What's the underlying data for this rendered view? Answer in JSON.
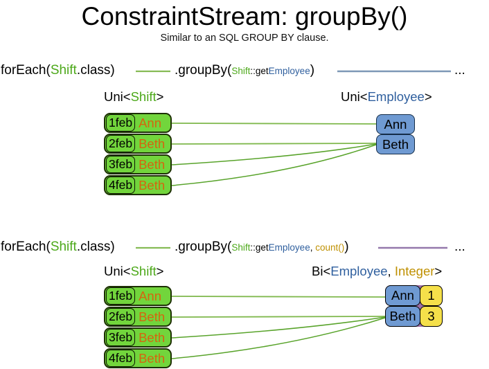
{
  "slide": {
    "title": "ConstraintStream: groupBy()",
    "subtitle": "Similar to an SQL GROUP BY clause."
  },
  "colors": {
    "shift_green_text": "#4ca819",
    "employee_blue_text": "#2f5f9e",
    "integer_gold_text": "#bf9000",
    "employee_orange_text": "#d4650f",
    "shift_box_fill": "#72d53c",
    "employee_box_fill": "#6f9ad2",
    "integer_box_fill": "#f5e04a",
    "pair_backing_purple": "#9c6fa5",
    "stream_line_green": "#7fb84c",
    "stream_line_blue": "#7d98b6",
    "stream_line_purple": "#9478ab"
  },
  "section1": {
    "code": {
      "foreach_pre": "forEach(",
      "foreach_arg": "Shift",
      "foreach_post": ".class)",
      "groupby_pre": ".groupBy(",
      "arg_class": "Shift",
      "arg_mid": "::get",
      "arg_type": "Employee",
      "groupby_post": ")",
      "ellipsis": "..."
    },
    "left_label": {
      "pre": "Uni<",
      "type": "Shift",
      "post": ">"
    },
    "right_label": {
      "pre": "Uni<",
      "type": "Employee",
      "post": ">"
    },
    "shift_rows": [
      {
        "date": "1feb",
        "employee": "Ann"
      },
      {
        "date": "2feb",
        "employee": "Beth"
      },
      {
        "date": "3feb",
        "employee": "Beth"
      },
      {
        "date": "4feb",
        "employee": "Beth"
      }
    ],
    "groups": [
      {
        "employee": "Ann"
      },
      {
        "employee": "Beth"
      }
    ]
  },
  "section2": {
    "code": {
      "foreach_pre": "forEach(",
      "foreach_arg": "Shift",
      "foreach_post": ".class)",
      "groupby_pre": ".groupBy(",
      "arg_class": "Shift",
      "arg_mid": "::get",
      "arg_type": "Employee",
      "arg_sep": ", ",
      "arg_count": "count()",
      "groupby_post": ")",
      "ellipsis": "..."
    },
    "left_label": {
      "pre": "Uni<",
      "type": "Shift",
      "post": ">"
    },
    "right_label": {
      "pre": "Bi<",
      "type1": "Employee",
      "sep": ", ",
      "type2": "Integer",
      "post": ">"
    },
    "shift_rows": [
      {
        "date": "1feb",
        "employee": "Ann"
      },
      {
        "date": "2feb",
        "employee": "Beth"
      },
      {
        "date": "3feb",
        "employee": "Beth"
      },
      {
        "date": "4feb",
        "employee": "Beth"
      }
    ],
    "groups": [
      {
        "employee": "Ann",
        "count": "1"
      },
      {
        "employee": "Beth",
        "count": "3"
      }
    ]
  }
}
